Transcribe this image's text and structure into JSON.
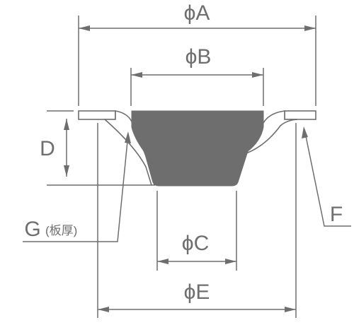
{
  "diagram": {
    "labels": {
      "A": "ϕA",
      "B": "ϕB",
      "C": "ϕC",
      "D": "D",
      "E": "ϕE",
      "F": "F",
      "G": "G",
      "G_note": "(板厚)"
    },
    "colors": {
      "line": "#6e6e6e",
      "fill": "#6e6e6e",
      "background": "#ffffff"
    }
  }
}
